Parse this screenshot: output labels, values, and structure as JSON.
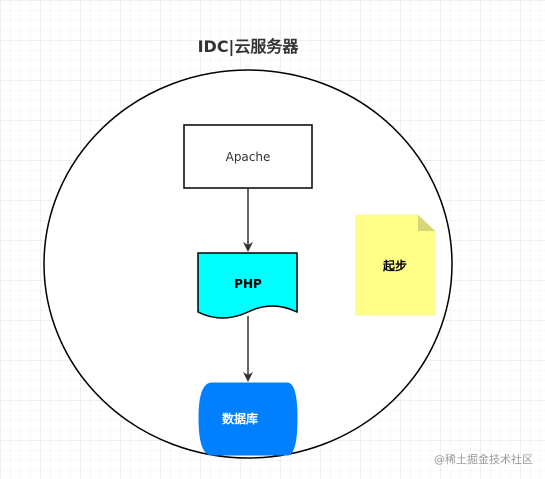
{
  "diagram": {
    "title": "IDC|云服务器",
    "nodes": {
      "apache": {
        "label": "Apache",
        "fill": "#ffffff",
        "stroke": "#000000"
      },
      "php": {
        "label": "PHP",
        "fill": "#00ffff",
        "stroke": "#000000"
      },
      "database": {
        "label": "数据库",
        "fill": "#007fff",
        "text_color": "#ffffff"
      },
      "note": {
        "label": "起步",
        "fill": "#ffff88",
        "fold": "#d7d77a"
      }
    },
    "edges": [
      {
        "from": "apache",
        "to": "php"
      },
      {
        "from": "php",
        "to": "database"
      }
    ],
    "container": {
      "shape": "ellipse",
      "stroke": "#000000"
    },
    "grid": true,
    "watermark": "@稀土掘金技术社区"
  }
}
